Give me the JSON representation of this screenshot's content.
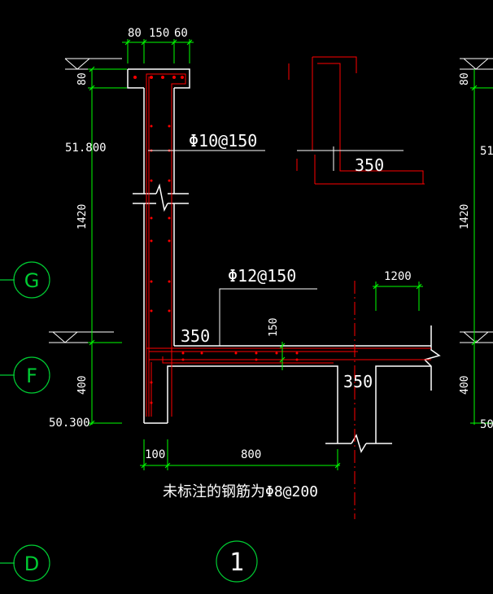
{
  "dimensions": {
    "top_80": "80",
    "top_150": "150",
    "top_60": "60",
    "left_80": "80",
    "left_1420": "1420",
    "left_400": "400",
    "right_80": "80",
    "right_1420": "1420",
    "right_400": "400",
    "bottom_100": "100",
    "bottom_800": "800",
    "slab_150": "150",
    "dim_1200": "1200"
  },
  "elevations": {
    "upper": "51.800",
    "lower": "50.300",
    "upper_right_partial": "51.",
    "lower_right_partial": "50"
  },
  "rebar": {
    "wall": "Φ10@150",
    "slab": "Φ12@150",
    "detail_350": "350",
    "wall_350": "350",
    "slab_350": "350"
  },
  "notes": {
    "unmarked_rebar": "未标注的钢筋为Φ8@200"
  },
  "grid_axes": {
    "g": "G",
    "f": "F",
    "d": "D"
  },
  "section_number": "1",
  "colors": {
    "background": "#000000",
    "concrete_outline": "#ffffff",
    "rebar": "#ff0000",
    "dimension": "#00ff00",
    "grid": "#00cc33",
    "text": "#ffffff"
  }
}
